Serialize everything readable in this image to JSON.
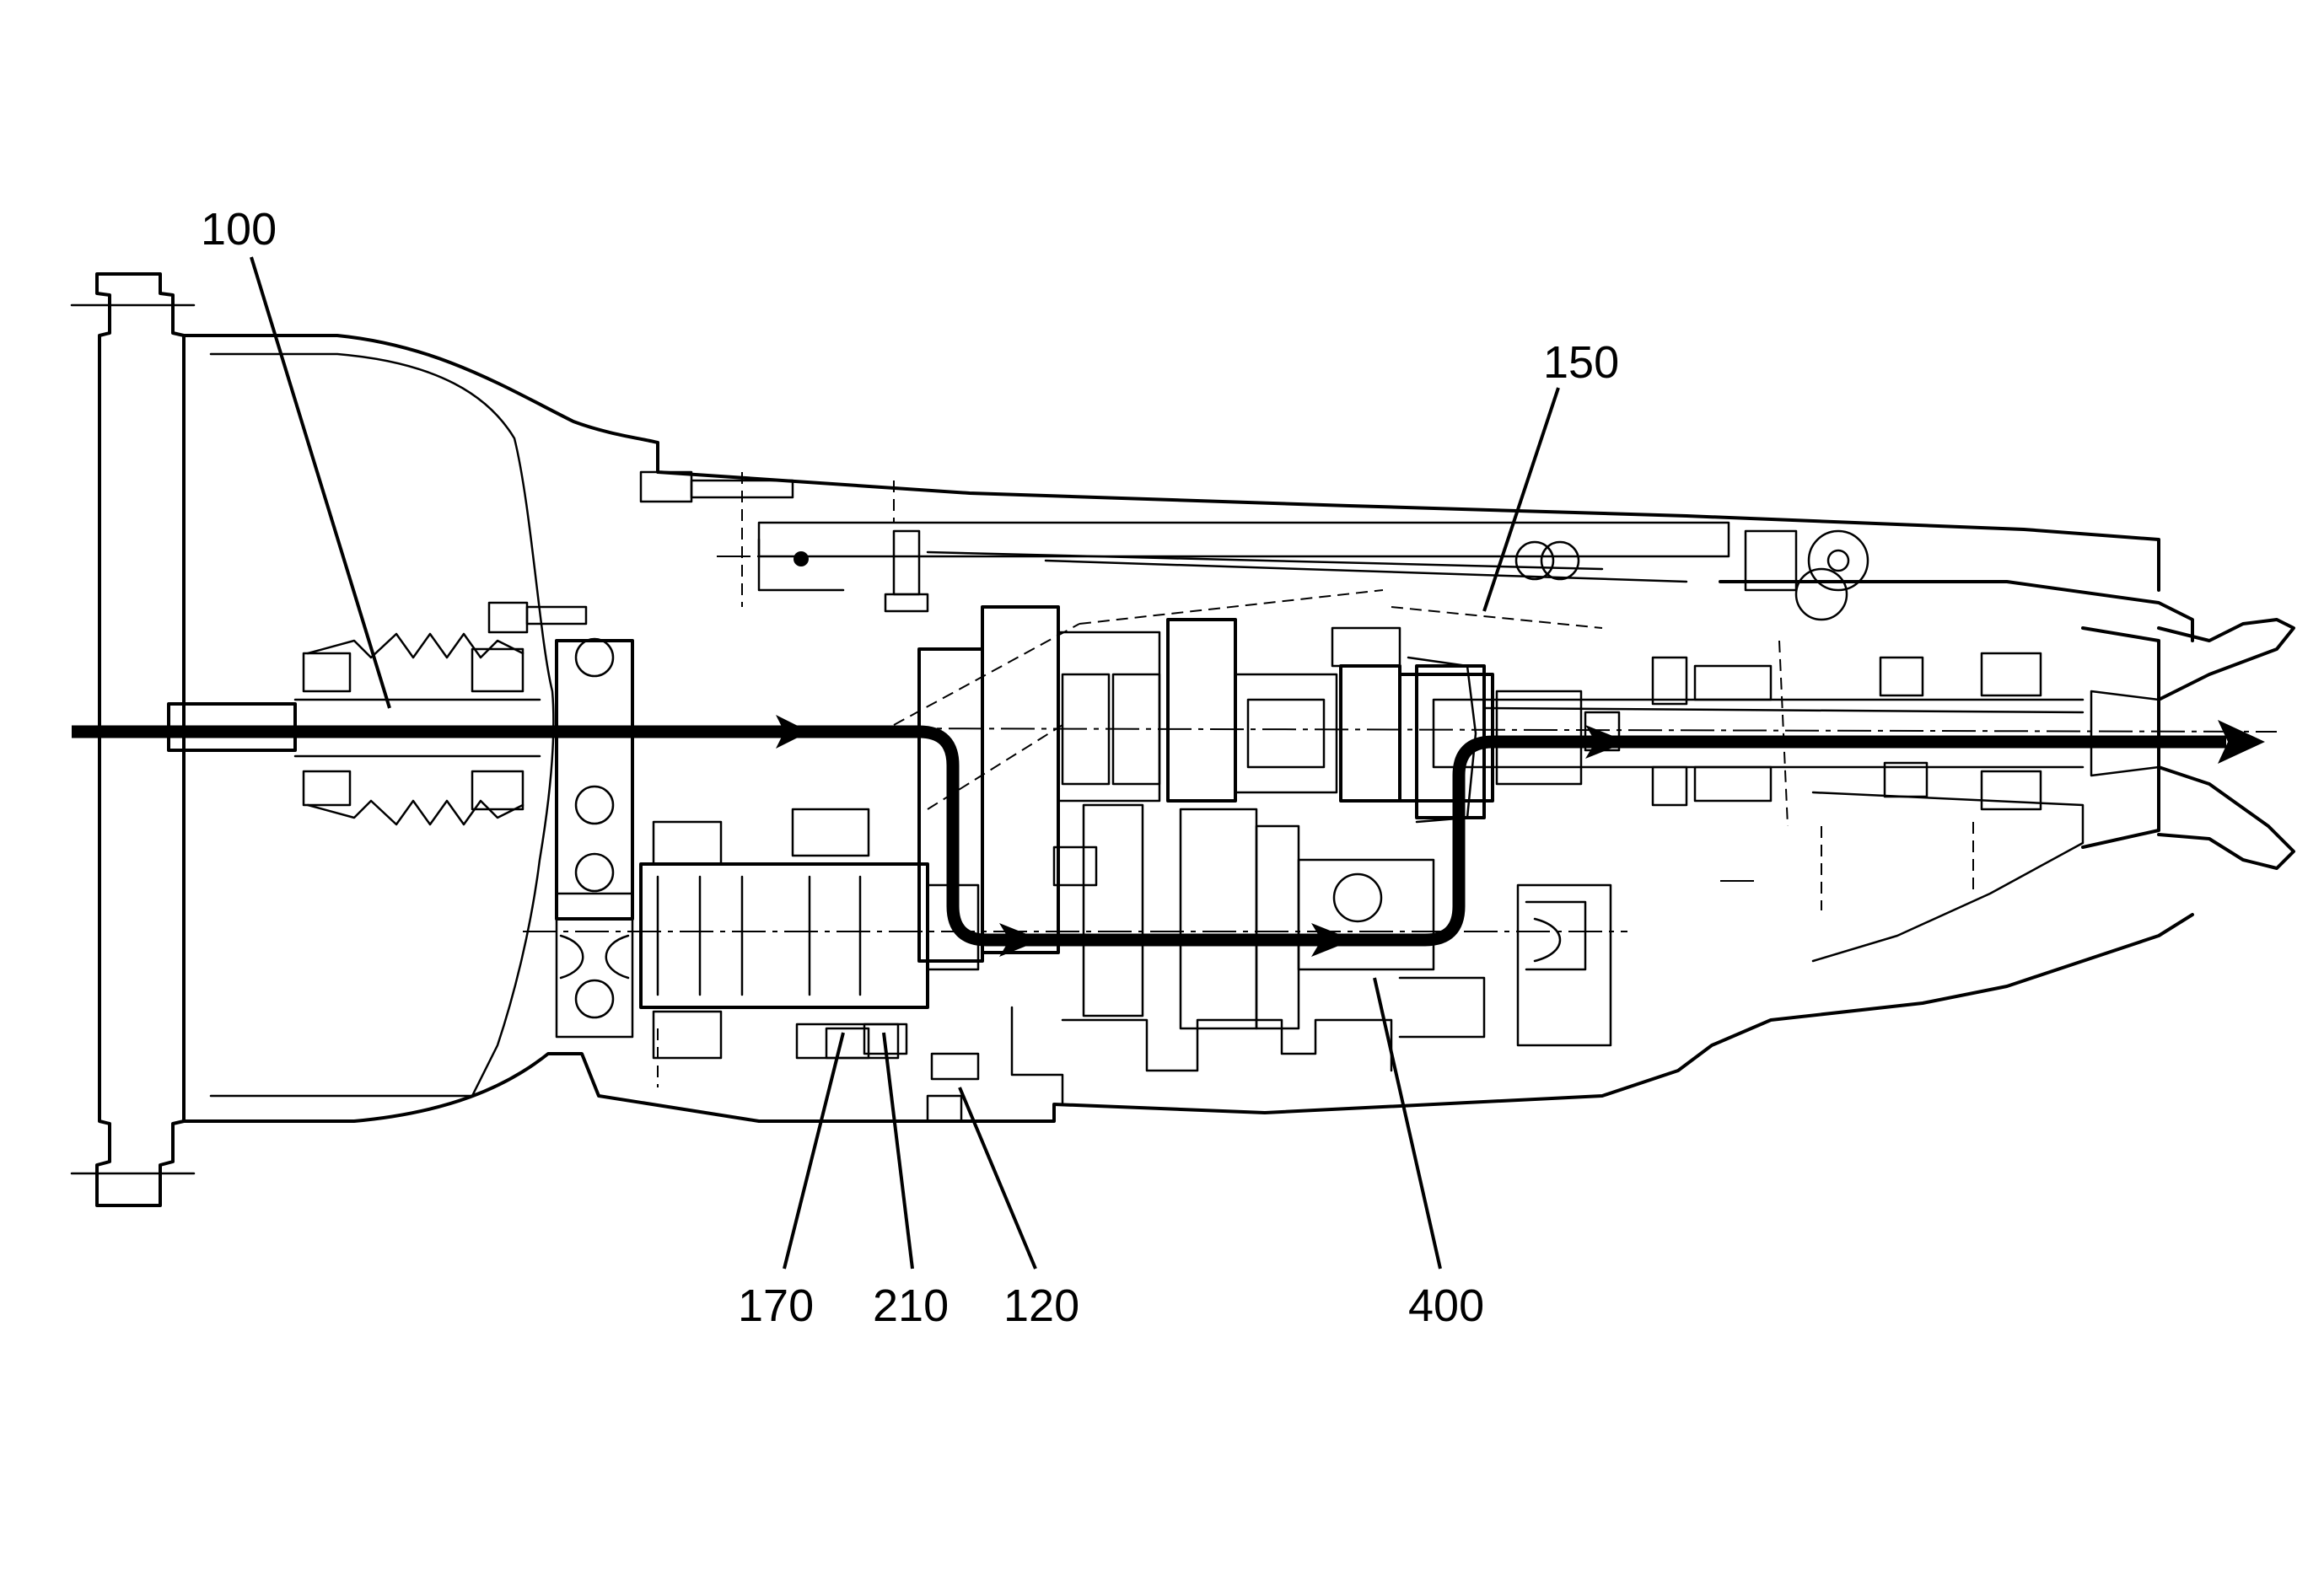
{
  "labels": {
    "l100": "100",
    "l150": "150",
    "l170": "170",
    "l210": "210",
    "l120": "120",
    "l400": "400"
  }
}
